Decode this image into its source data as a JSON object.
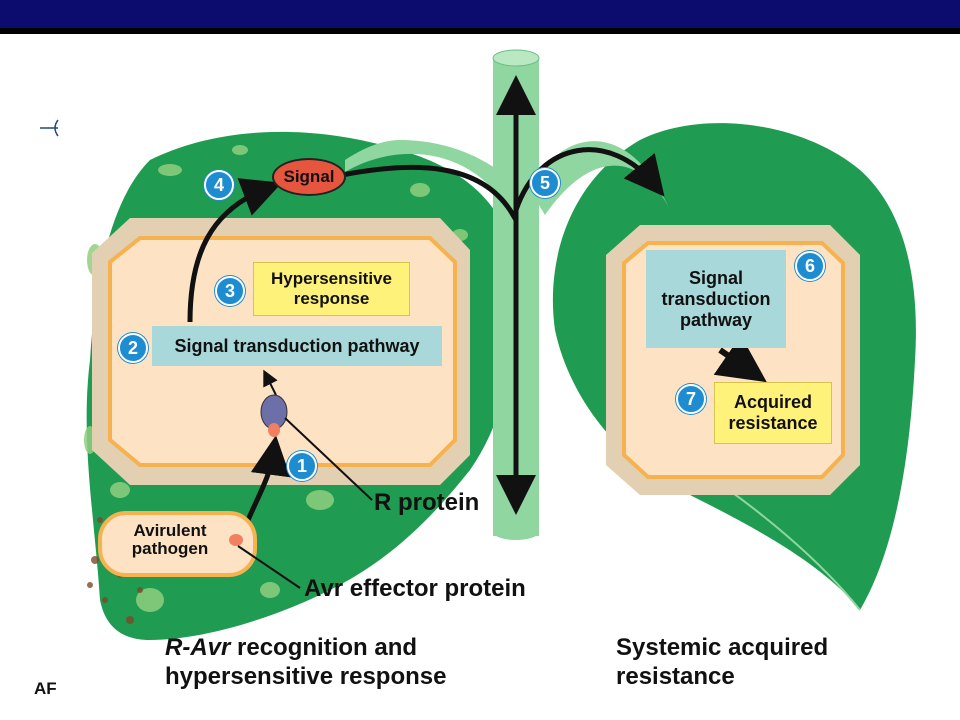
{
  "header": {
    "bar_color": "#0c0c6e"
  },
  "diagram": {
    "signal": "Signal",
    "hypersensitive_response": "Hypersensitive response",
    "signal_transduction_left": "Signal transduction pathway",
    "signal_transduction_right": "Signal transduction pathway",
    "acquired_resistance": "Acquired resistance",
    "avirulent_pathogen": "Avirulent pathogen",
    "r_protein": "R protein",
    "avr_effector_protein": "Avr effector protein",
    "steps": [
      "1",
      "2",
      "3",
      "4",
      "5",
      "6",
      "7"
    ]
  },
  "captions": {
    "left_prefix": "R-Avr",
    "left_rest": " recognition and",
    "left_line2": "hypersensitive response",
    "right_line1": "Systemic acquired",
    "right_line2": "resistance"
  },
  "footer": {
    "fragment": "AF"
  },
  "colors": {
    "leaf": "#1f9b52",
    "stem": "#8fd6a0",
    "cell_outer": "#e3cfb2",
    "cell_wall": "#f5b24f",
    "cell_inner": "#fde3c4",
    "signal": "#e6553d",
    "step_badge": "#1e8cd0",
    "yellow_box": "#fff27a",
    "teal_box": "#a8d8da"
  }
}
